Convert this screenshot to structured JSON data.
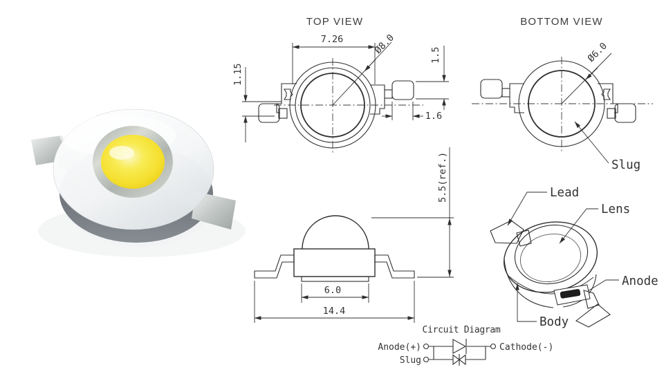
{
  "colors": {
    "line": "#2f2f2f",
    "text": "#333333",
    "background": "#ffffff",
    "led_yellow": "#f6e134",
    "led_yellow_deep": "#e8c51d",
    "silver_ring": "#b4bab3",
    "body_white": "#fafbfb",
    "slug_gray": "#7d8389"
  },
  "top_view": {
    "title": "TOP VIEW",
    "dim_body_width": "7.26",
    "dim_flange_diameter": "Ø8.0",
    "dim_lead_width": "1.5",
    "dim_lead_length": "1.6",
    "dim_left_lead_width": "1.15"
  },
  "bottom_view": {
    "title": "BOTTOM VIEW",
    "dim_slug_diameter": "Ø6.0",
    "label_slug": "Slug"
  },
  "side_view": {
    "dim_slug_width": "6.0",
    "dim_overall_width": "14.4",
    "dim_height": "5.5(ref.)"
  },
  "perspective_view": {
    "label_lead": "Lead",
    "label_lens": "Lens",
    "label_anode": "Anode",
    "label_body": "Body"
  },
  "circuit": {
    "title": "Circuit Diagram",
    "label_anode": "Anode(+)",
    "label_cathode": "Cathode(-)",
    "label_slug": "Slug"
  }
}
